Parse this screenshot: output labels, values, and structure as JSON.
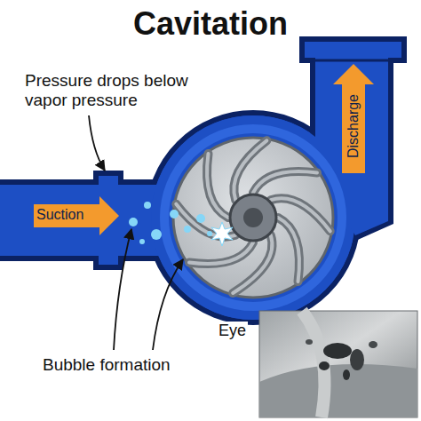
{
  "diagram": {
    "title": "Cavitation",
    "labels": [
      "Pressure drops below vapor pressure",
      "Suction",
      "Discharge",
      "Eye",
      "Bubble formation"
    ]
  }
}
